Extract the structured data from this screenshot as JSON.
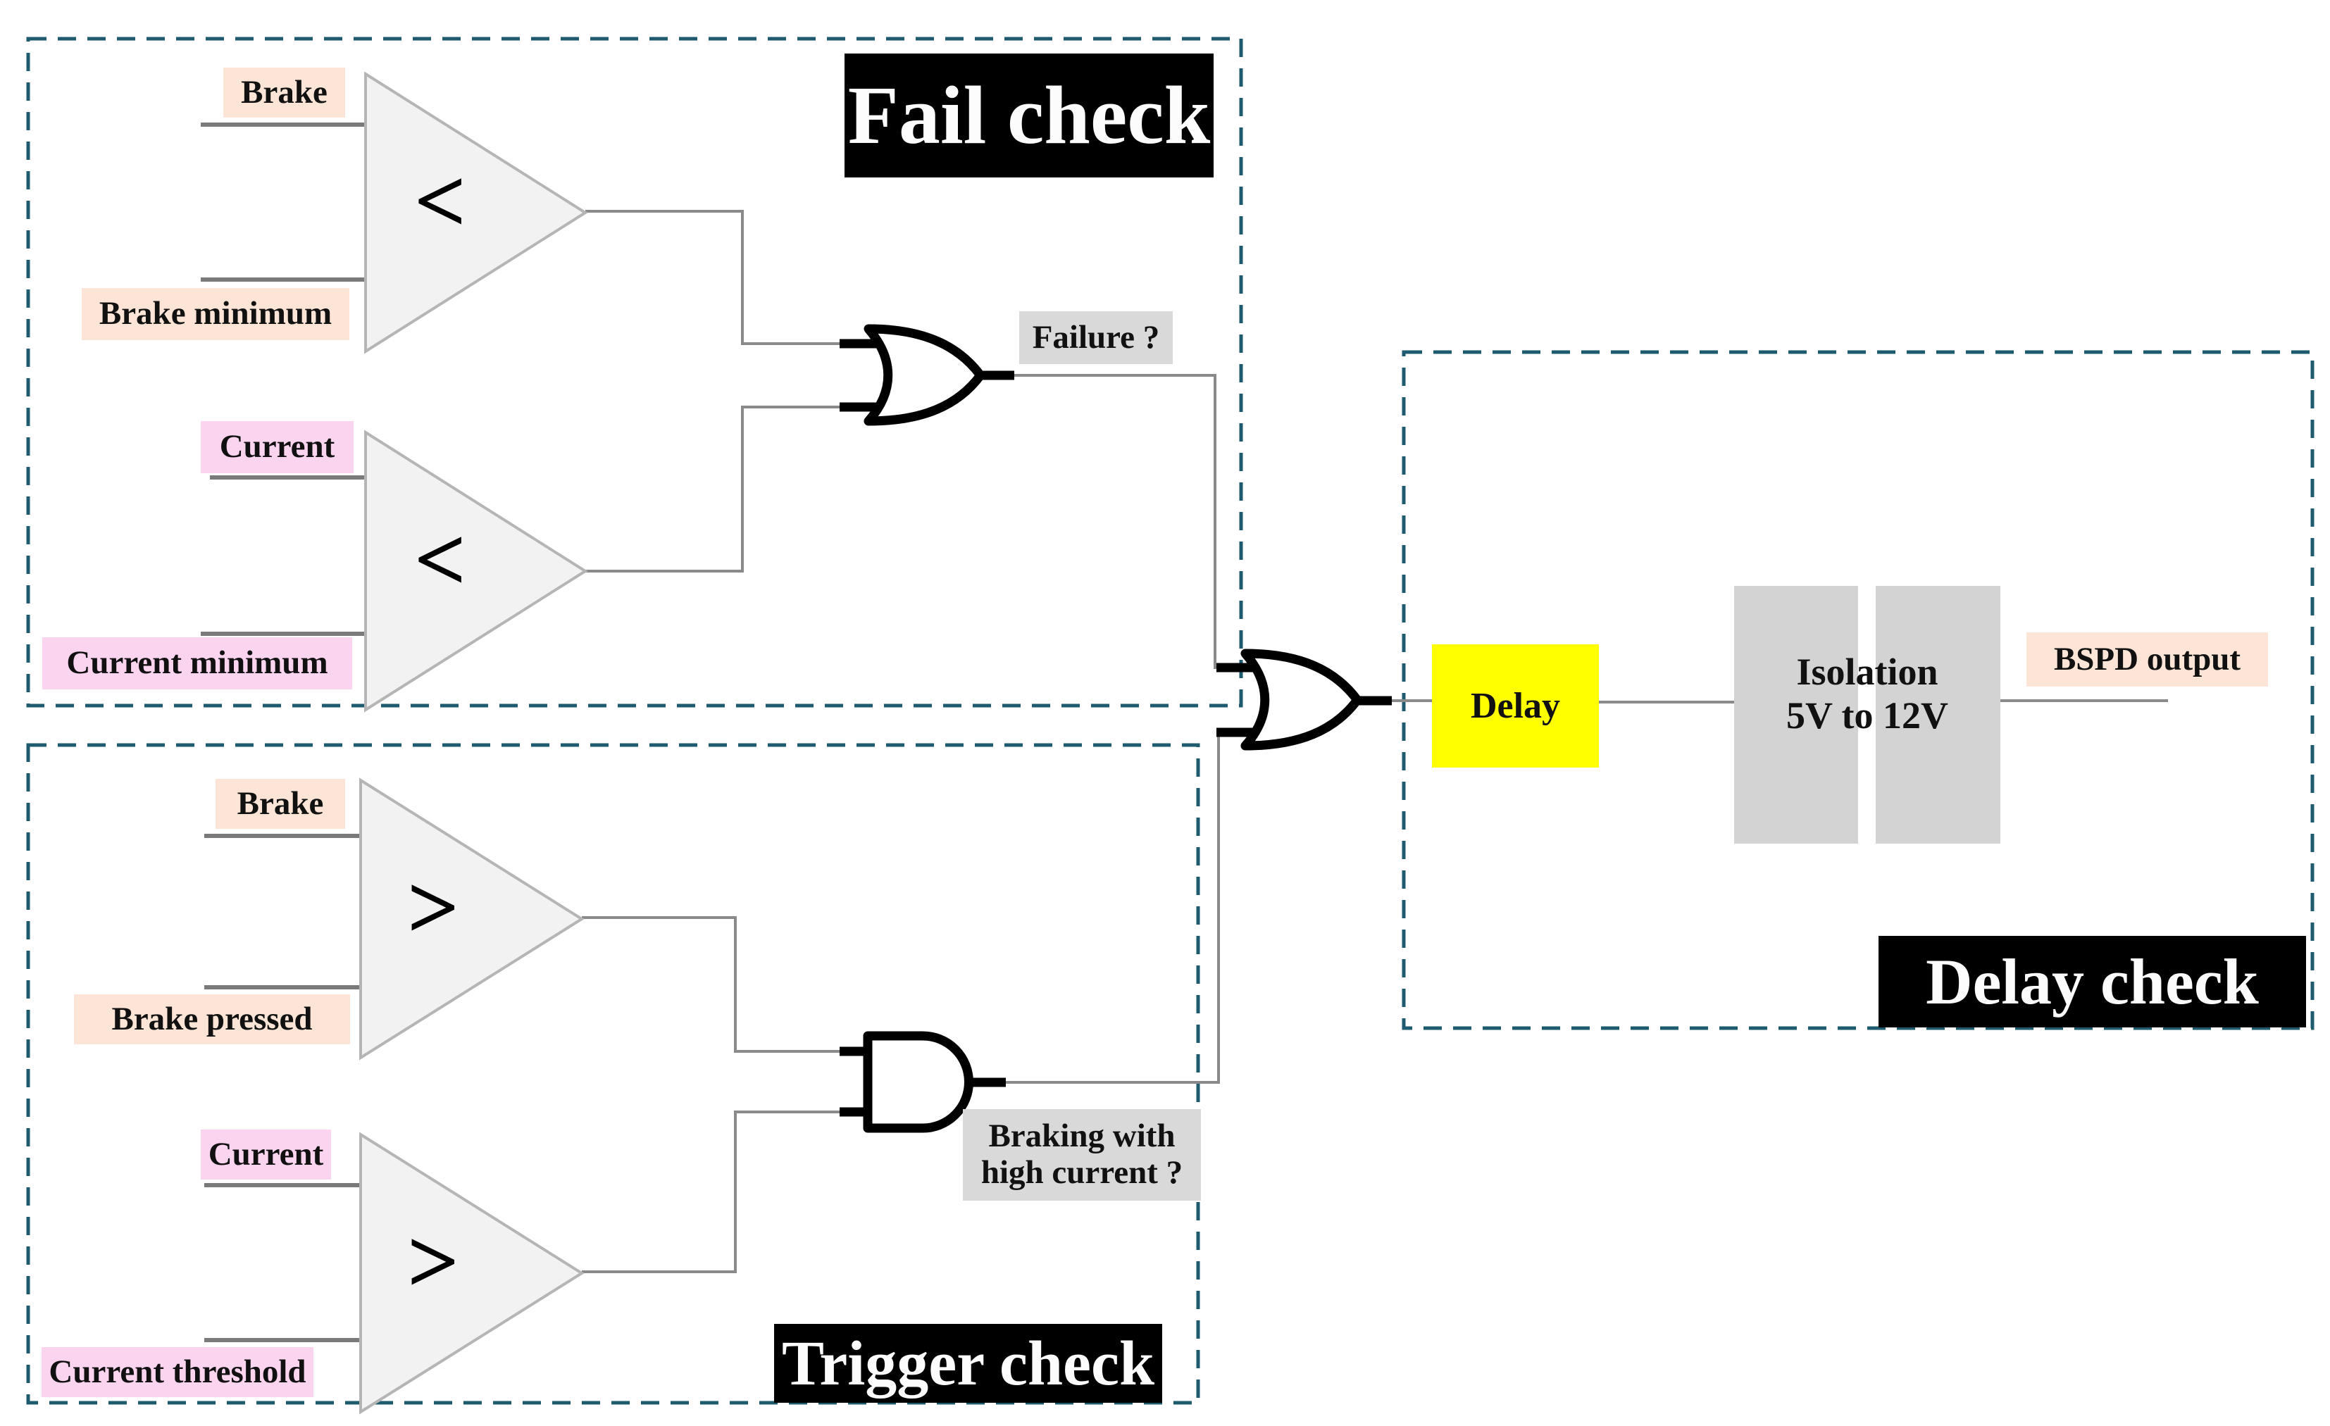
{
  "sections": {
    "fail_check": {
      "title": "Fail check",
      "inputs": {
        "brake": "Brake",
        "brake_minimum": "Brake minimum",
        "current": "Current",
        "current_minimum": "Current minimum"
      },
      "comparator_brake_op": "<",
      "comparator_current_op": "<",
      "output_label": "Failure ?"
    },
    "trigger_check": {
      "title": "Trigger check",
      "inputs": {
        "brake": "Brake",
        "brake_pressed": "Brake pressed",
        "current": "Current",
        "current_threshold": "Current threshold"
      },
      "comparator_brake_op": ">",
      "comparator_current_op": ">",
      "output_label_line1": "Braking with",
      "output_label_line2": "high current ?"
    },
    "delay_check": {
      "title": "Delay check",
      "delay_label": "Delay",
      "isolation_line1": "Isolation",
      "isolation_line2": "5V to 12V",
      "output_label": "BSPD output"
    }
  },
  "colors": {
    "background": "#ffffff",
    "dashed_border": "#1f5b6e",
    "label_peach": "#fce4d6",
    "label_pink": "#fbd5f0",
    "label_gray": "#d9d9d9",
    "delay_yellow": "#ffff00",
    "isolation_gray": "#d3d3d3",
    "comparator_fill": "#f2f2f2",
    "comparator_border": "#b5b5b5",
    "wire_gray": "#808080",
    "gate_black": "#000000",
    "title_bg": "#000000",
    "title_text": "#ffffff"
  }
}
